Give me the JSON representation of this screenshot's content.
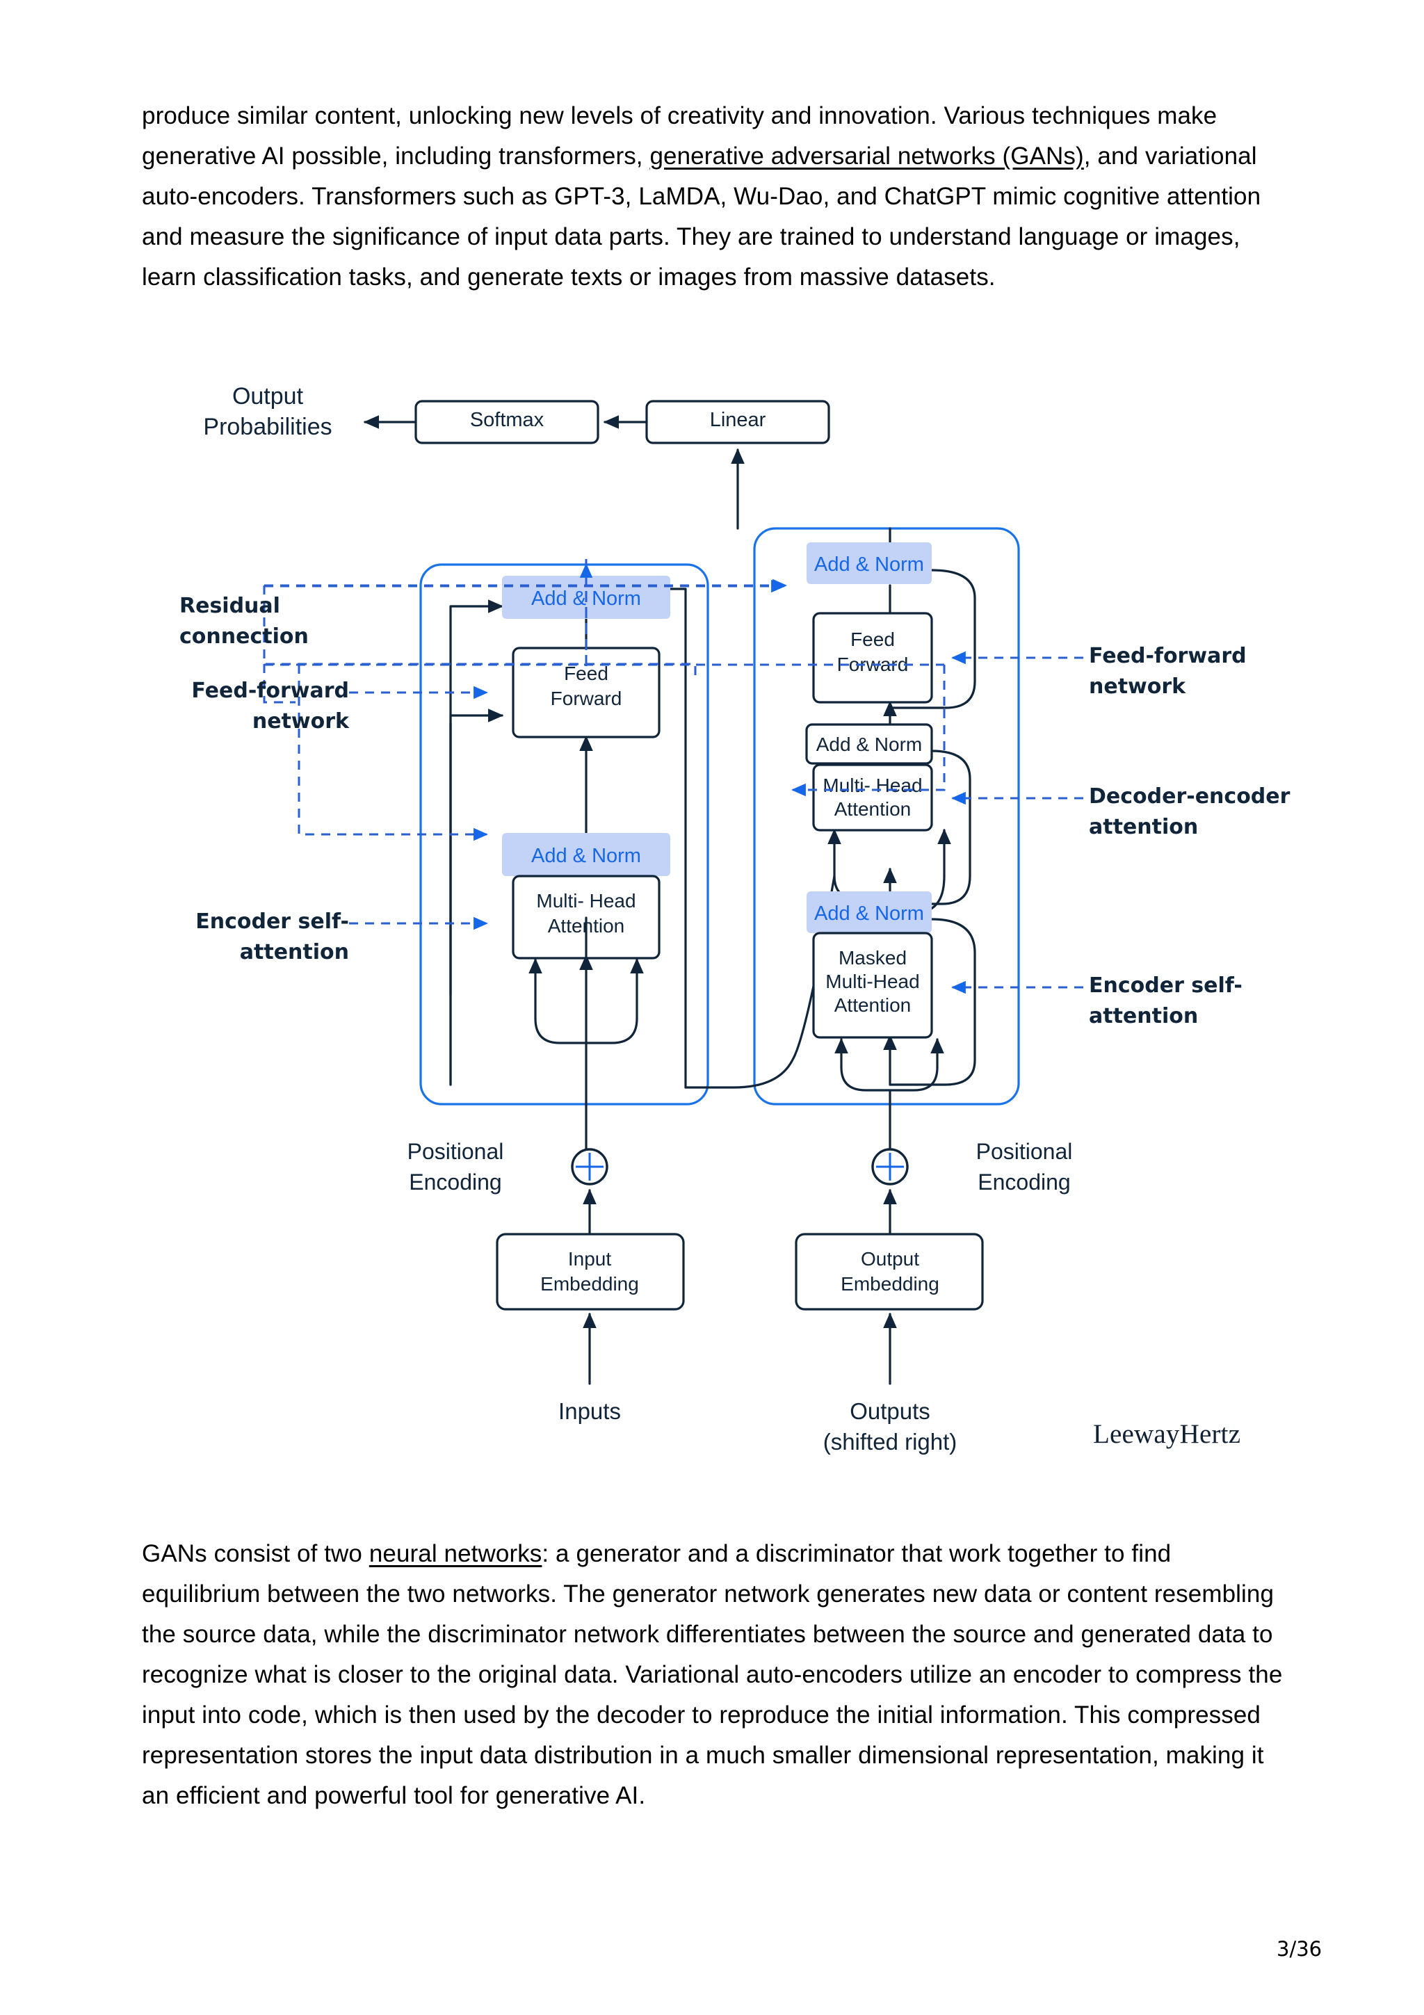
{
  "page": {
    "page_number": "3/36",
    "watermark": "LeewayHertz"
  },
  "paragraphs": {
    "top": {
      "segments": [
        {
          "text": "produce similar content, unlocking new levels of creativity and innovation. Various techniques make generative AI possible, including transformers, ",
          "underline": false
        },
        {
          "text": "generative adversarial networks (GANs)",
          "underline": true
        },
        {
          "text": ", and variational auto-encoders. Transformers such as GPT-3, LaMDA, Wu-Dao, and ChatGPT mimic cognitive attention and measure the significance of input data parts. They are trained to understand language or images, learn classification tasks, and generate texts or images from massive datasets.",
          "underline": false
        }
      ]
    },
    "bottom": {
      "segments": [
        {
          "text": "GANs consist of two ",
          "underline": false
        },
        {
          "text": "neural networks",
          "underline": true
        },
        {
          "text": ": a generator and a discriminator that work together to find equilibrium between the two networks. The generator network generates new data or content resembling the source data, while the discriminator network differentiates between the source and generated data to recognize what is closer to the original data. Variational auto-encoders utilize an encoder to compress the input into code, which is then used by the decoder to reproduce the initial information. This compressed representation stores the input data distribution in a much smaller dimensional representation, making it an efficient and powerful tool for generative AI.",
          "underline": false
        }
      ]
    }
  },
  "figure": {
    "title": "Transformer architecture",
    "colors": {
      "accent_blue": "#1667e8",
      "addnorm_fill": "#c3d2f7",
      "outline_dark": "#10243a",
      "box_stroke": "#10243a",
      "container_stroke": "#1a73e8",
      "callout_dashed": "#2a5fd0"
    },
    "output_label": {
      "line1": "Output",
      "line2": "Probabilities"
    },
    "top_blocks": {
      "softmax": "Softmax",
      "linear": "Linear"
    },
    "encoder": {
      "blocks": [
        {
          "id": "enc-add-norm-2",
          "label": "Add & Norm",
          "style": "highlight"
        },
        {
          "id": "enc-feed-forward",
          "label_line1": "Feed",
          "label_line2": "Forward",
          "style": "plain"
        },
        {
          "id": "enc-add-norm-1",
          "label": "Add & Norm",
          "style": "highlight"
        },
        {
          "id": "enc-multi-head",
          "label_line1": "Multi- Head",
          "label_line2": "Attention",
          "style": "plain"
        }
      ],
      "positional_encoding": {
        "line1": "Positional",
        "line2": "Encoding"
      },
      "embedding": {
        "line1": "Input",
        "line2": "Embedding"
      },
      "source": "Inputs"
    },
    "decoder": {
      "blocks": [
        {
          "id": "dec-add-norm-3",
          "label": "Add & Norm",
          "style": "highlight"
        },
        {
          "id": "dec-feed-forward",
          "label_line1": "Feed",
          "label_line2": "Forward",
          "style": "plain"
        },
        {
          "id": "dec-add-norm-2",
          "label": "Add & Norm",
          "style": "plain"
        },
        {
          "id": "dec-multi-head",
          "label_line1": "Multi- Head",
          "label_line2": "Attention",
          "style": "plain"
        },
        {
          "id": "dec-add-norm-1",
          "label": "Add & Norm",
          "style": "highlight"
        },
        {
          "id": "dec-masked-multi-head",
          "label_line1": "Masked",
          "label_line2": "Multi-Head",
          "label_line3": "Attention",
          "style": "plain"
        }
      ],
      "positional_encoding": {
        "line1": "Positional",
        "line2": "Encoding"
      },
      "embedding": {
        "line1": "Output",
        "line2": "Embedding"
      },
      "source_line1": "Outputs",
      "source_line2": "(shifted right)"
    },
    "callouts_left": [
      {
        "id": "residual-connection",
        "line1": "Residual",
        "line2": "connection"
      },
      {
        "id": "feed-forward-network-left",
        "line1": "Feed-forward network",
        "line2": ""
      },
      {
        "id": "encoder-self-attention-left",
        "line1": "Encoder self-attention",
        "line2": ""
      }
    ],
    "callouts_right": [
      {
        "id": "feed-forward-network-right",
        "line1": "Feed-forward",
        "line2": "network"
      },
      {
        "id": "decoder-encoder-attention",
        "line1": "Decoder-encoder",
        "line2": "attention"
      },
      {
        "id": "encoder-self-attention-right",
        "line1": "Encoder self-",
        "line2": "attention"
      }
    ]
  }
}
